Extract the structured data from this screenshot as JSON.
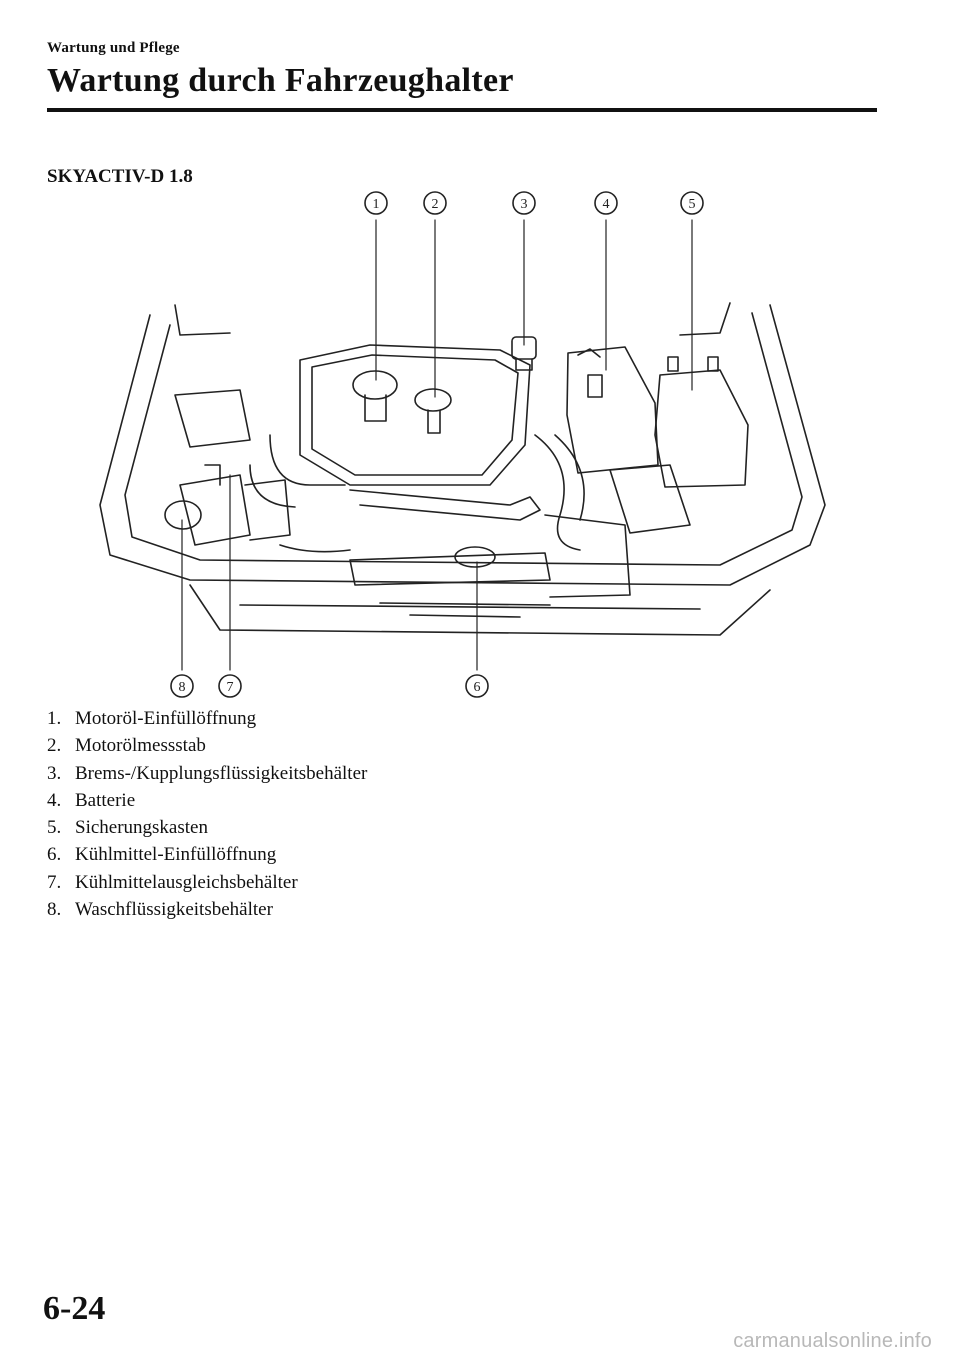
{
  "header": {
    "section": "Wartung und Pflege",
    "title": "Wartung durch Fahrzeughalter"
  },
  "subheading": "SKYACTIV-D 1.8",
  "diagram": {
    "callouts": [
      "1",
      "2",
      "3",
      "4",
      "5",
      "6",
      "7",
      "8"
    ]
  },
  "legend": [
    {
      "num": "1.",
      "label": "Motoröl-Einfüllöffnung"
    },
    {
      "num": "2.",
      "label": "Motorölmessstab"
    },
    {
      "num": "3.",
      "label": "Brems-/Kupplungsflüssigkeitsbehälter"
    },
    {
      "num": "4.",
      "label": "Batterie"
    },
    {
      "num": "5.",
      "label": "Sicherungskasten"
    },
    {
      "num": "6.",
      "label": "Kühlmittel-Einfüllöffnung"
    },
    {
      "num": "7.",
      "label": "Kühlmittelausgleichsbehälter"
    },
    {
      "num": "8.",
      "label": "Waschflüssigkeitsbehälter"
    }
  ],
  "footer": {
    "page_number": "6-24",
    "watermark": "carmanualsonline.info"
  }
}
